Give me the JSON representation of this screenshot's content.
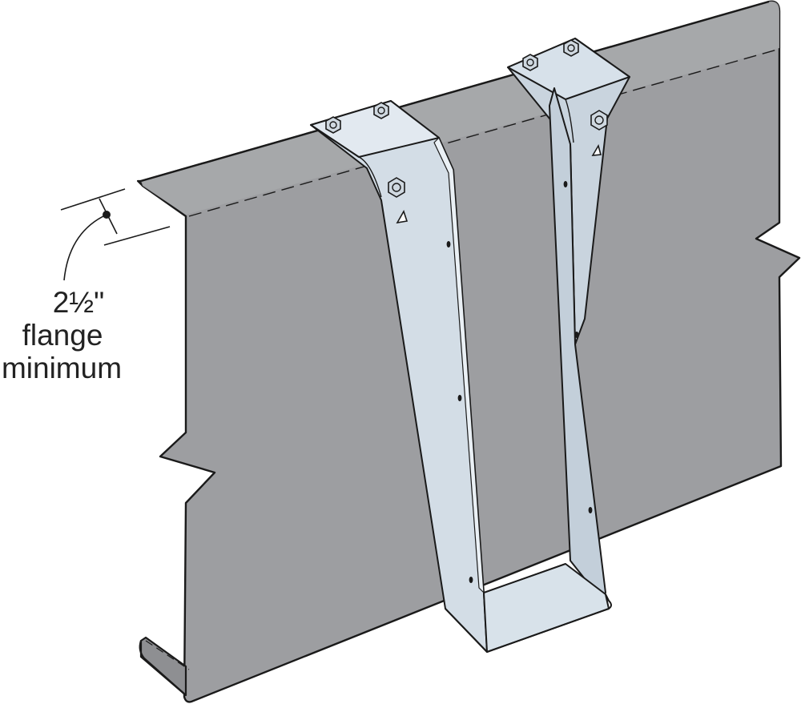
{
  "callout": {
    "lines": [
      "2½\"",
      "flange",
      "minimum"
    ]
  },
  "colors": {
    "header_fill": "#9d9ea1",
    "header_top_band": "#a7a8ab",
    "header_outline": "#1a1a1a",
    "hanger_fill": "#d3dde6",
    "hanger_highlight": "#eaf0f5",
    "hanger_shadow": "#b9c6d2",
    "callout_text": "#222222"
  },
  "icons": {
    "fastener": "hex-head-screw-icon",
    "marker": "triangle-marker-icon",
    "nail_hole": "nail-hole-icon"
  }
}
